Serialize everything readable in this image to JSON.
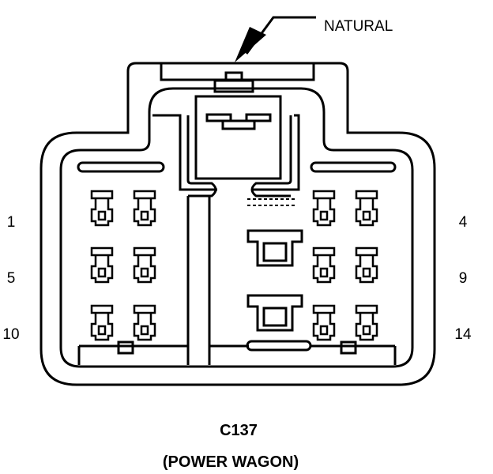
{
  "callout": {
    "label": "NATURAL"
  },
  "pins": {
    "left_top": "1",
    "left_mid": "5",
    "left_bottom": "10",
    "right_top": "4",
    "right_mid": "9",
    "right_bottom": "14"
  },
  "caption": {
    "connector_id": "C137",
    "description": "(POWER WAGON)"
  },
  "colors": {
    "line": "#000000",
    "background": "#ffffff"
  }
}
